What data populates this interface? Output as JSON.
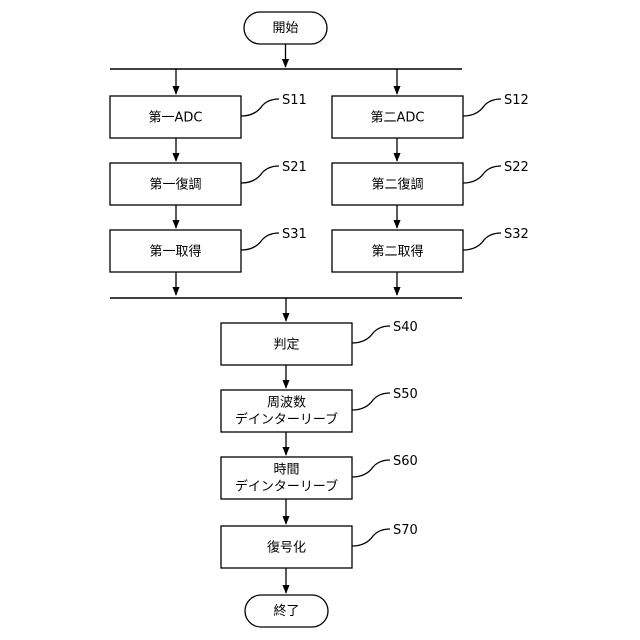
{
  "flowchart": {
    "start": "開始",
    "end": "終了",
    "branch_left": [
      {
        "label": "第一ADC",
        "step": "S11"
      },
      {
        "label": "第一復調",
        "step": "S21"
      },
      {
        "label": "第一取得",
        "step": "S31"
      }
    ],
    "branch_right": [
      {
        "label": "第二ADC",
        "step": "S12"
      },
      {
        "label": "第二復調",
        "step": "S22"
      },
      {
        "label": "第二取得",
        "step": "S32"
      }
    ],
    "main": [
      {
        "lines": [
          "判定"
        ],
        "step": "S40"
      },
      {
        "lines": [
          "周波数",
          "デインターリーブ"
        ],
        "step": "S50"
      },
      {
        "lines": [
          "時間",
          "デインターリーブ"
        ],
        "step": "S60"
      },
      {
        "lines": [
          "復号化"
        ],
        "step": "S70"
      }
    ]
  }
}
